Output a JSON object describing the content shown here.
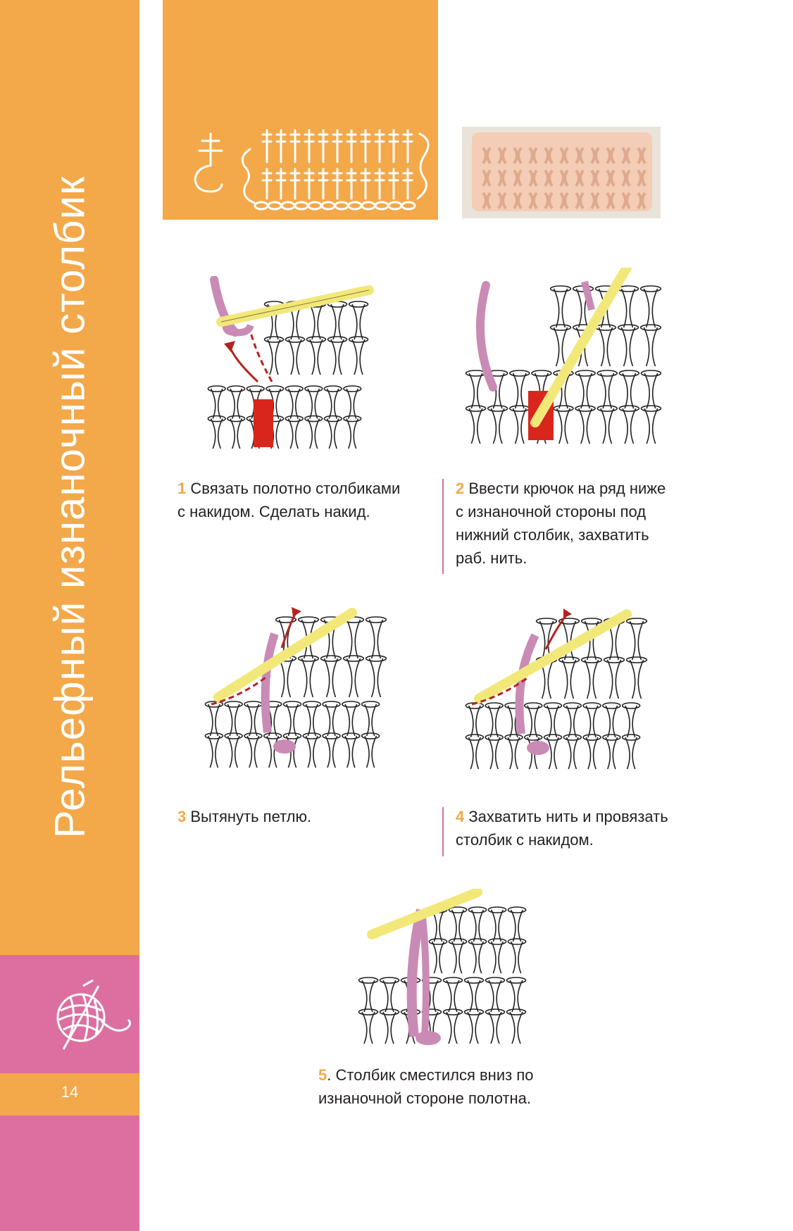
{
  "sidebar": {
    "title": "Рельефный изнаночный столбик",
    "page_number": "14",
    "icon": "yarn-ball-icon"
  },
  "colors": {
    "orange": "#F3A84A",
    "pink": "#DC6FA0",
    "yarn": "#C98BB5",
    "hook": "#F2E87A",
    "arrow": "#B5231F"
  },
  "steps": [
    {
      "num": "1",
      "text_lines": [
        "Связать полотно столбиками",
        "с накидом. Сделать накид."
      ]
    },
    {
      "num": "2",
      "text_lines": [
        "Ввести крючок на ряд ниже",
        "с изнаночной стороны под",
        "нижний столбик, захватить",
        "раб. нить."
      ]
    },
    {
      "num": "3",
      "text_lines": [
        "Вытянуть петлю."
      ]
    },
    {
      "num": "4",
      "text_lines": [
        "Захватить нить и провязать",
        "столбик с накидом."
      ]
    },
    {
      "num": "5",
      "text_lines": [
        ". Столбик сместился вниз по",
        "изнаночной стороне полотна."
      ]
    }
  ]
}
